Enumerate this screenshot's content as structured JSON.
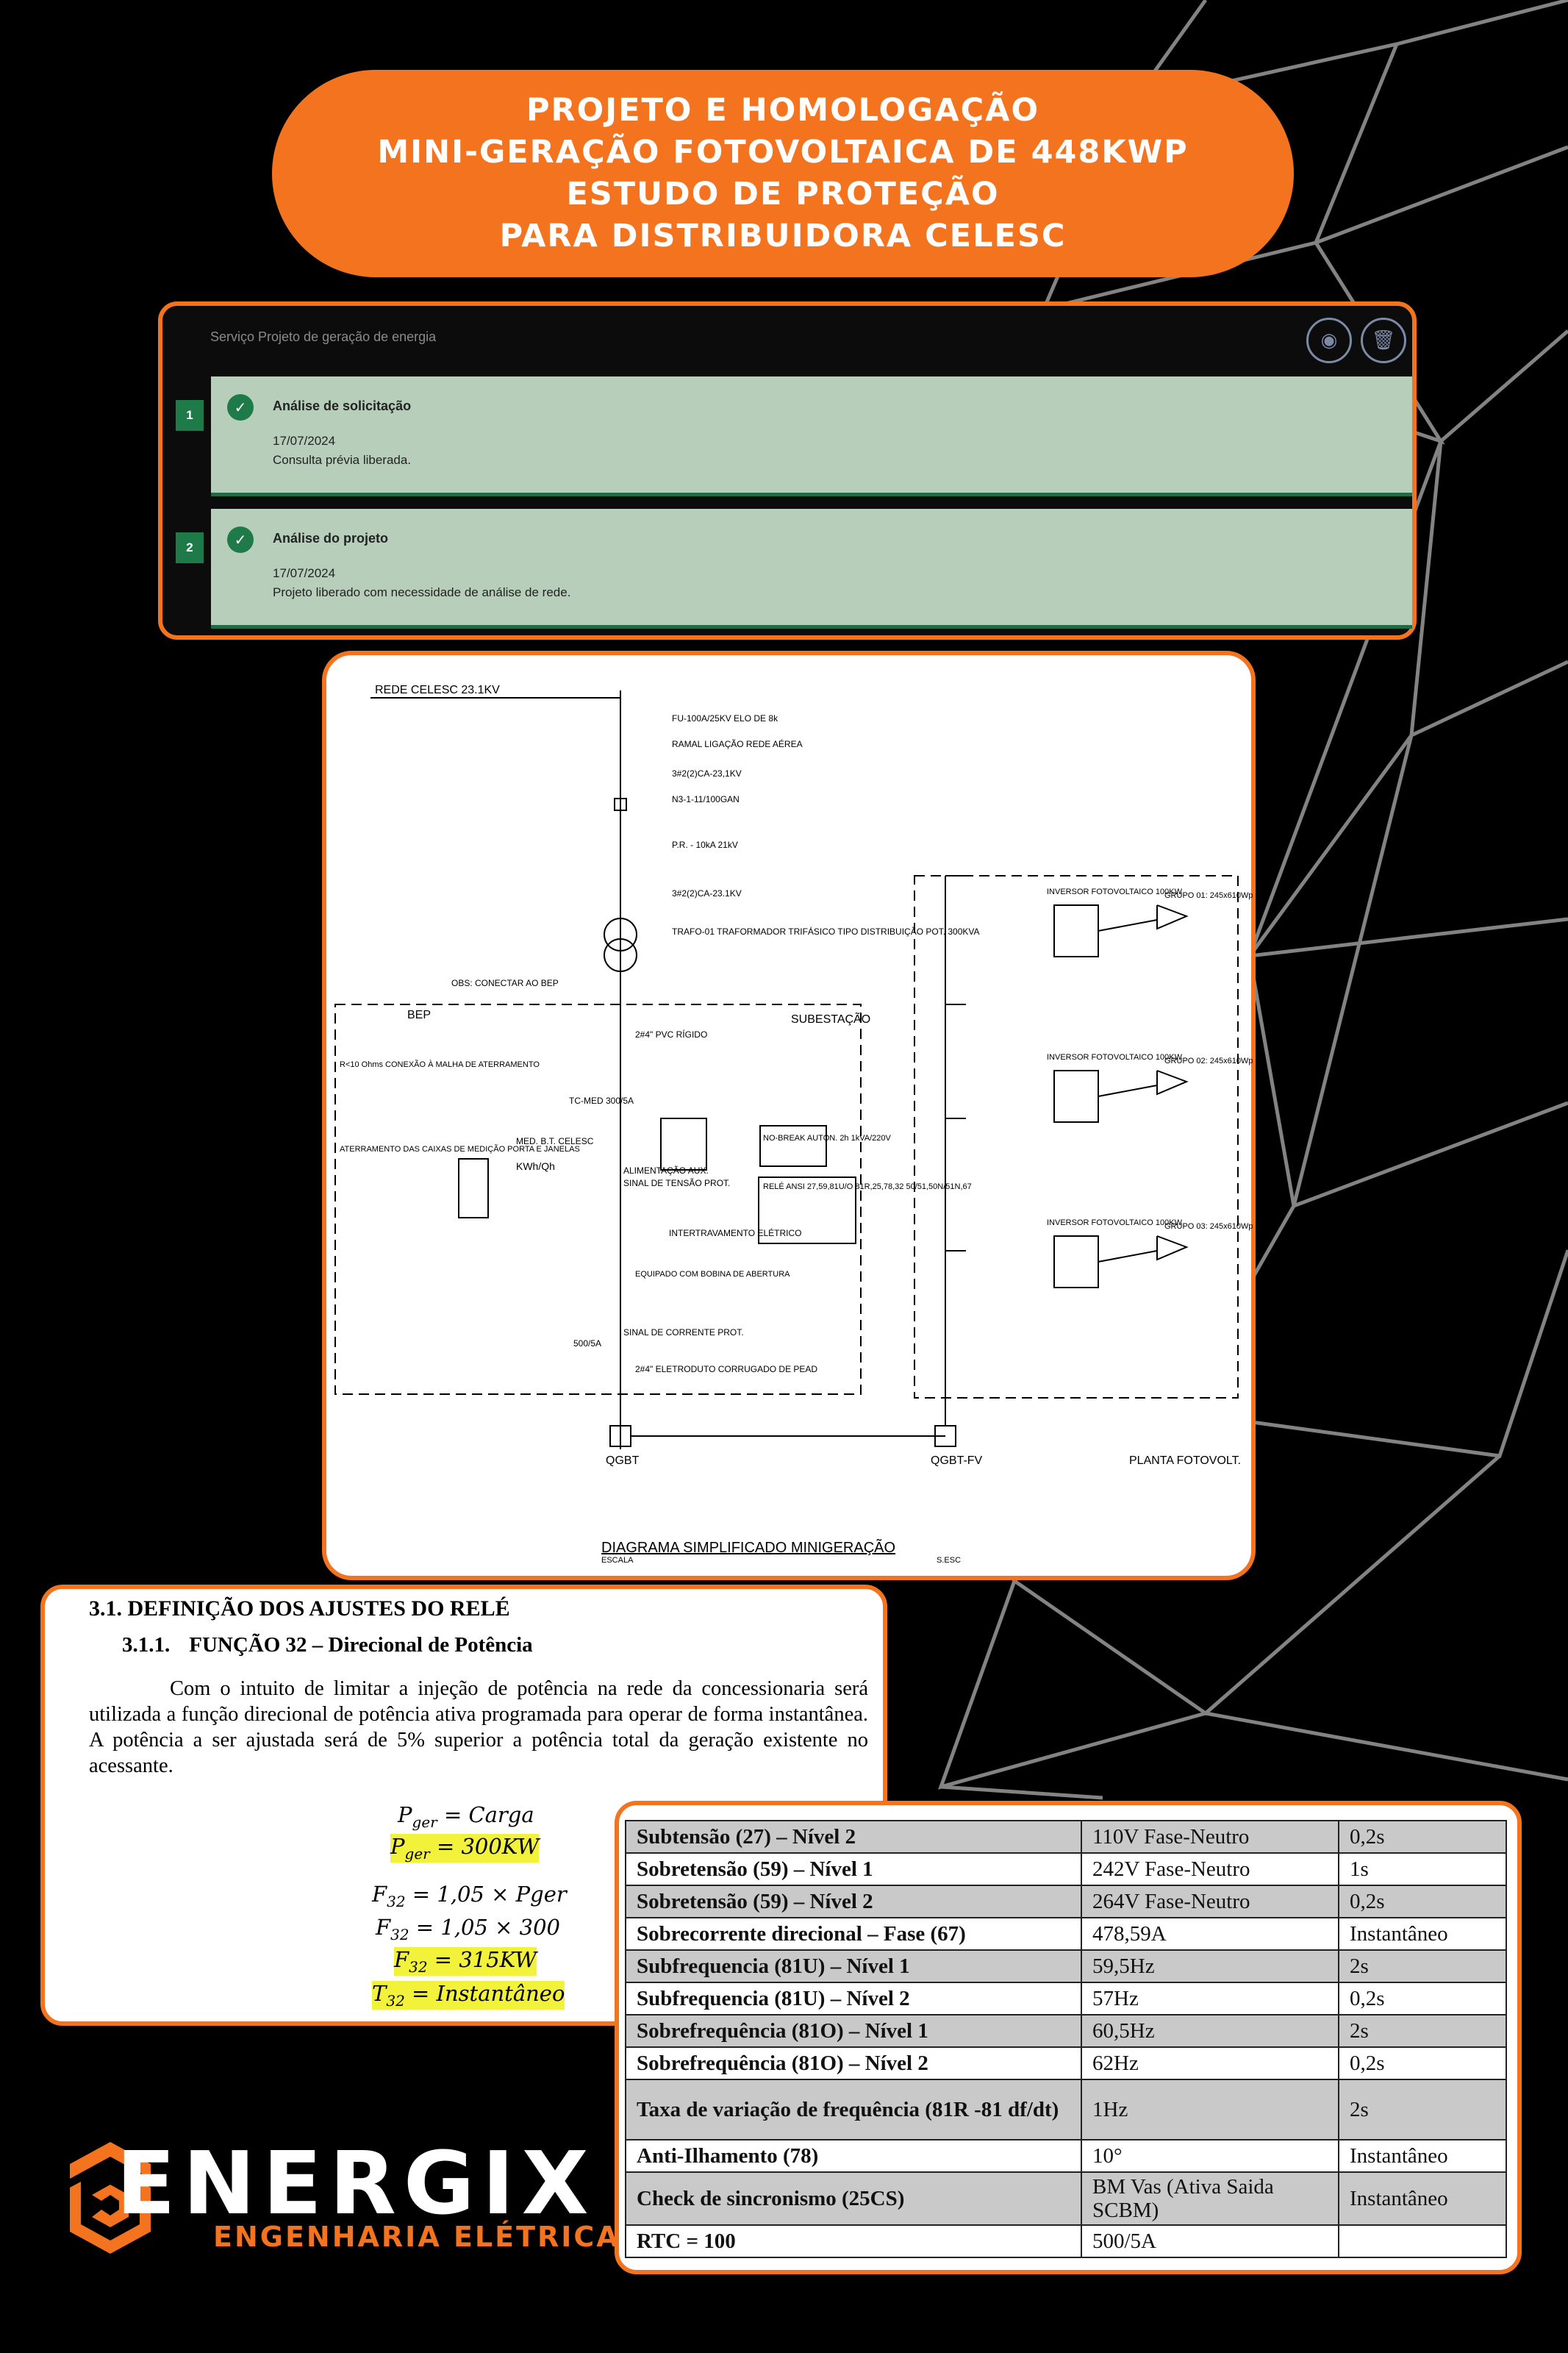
{
  "banner": {
    "lines": [
      "PROJETO E HOMOLOGAÇÃO",
      "MINI-GERAÇÃO FOTOVOLTAICA DE 448KWP",
      "ESTUDO DE PROTEÇÃO",
      "PARA DISTRIBUIDORA CELESC"
    ]
  },
  "workflow": {
    "service": "Serviço  Projeto de geração de energia",
    "steps": [
      {
        "num": "1",
        "title": "Análise de solicitação",
        "date": "17/07/2024",
        "desc": "Consulta prévia liberada."
      },
      {
        "num": "2",
        "title": "Análise do projeto",
        "date": "17/07/2024",
        "desc": "Projeto liberado com necessidade de análise de rede."
      }
    ]
  },
  "diagram": {
    "grid": "REDE CELESC 23.1KV",
    "fuse": "FU-100A/25KV ELO DE 8k",
    "ramal": "RAMAL LIGAÇÃO REDE AÉREA",
    "cable1": "3#2(2)CA-23,1KV",
    "n3": "N3-1-11/100GAN",
    "pr": "P.R. - 10kA 21kV",
    "cable2": "3#2(2)CA-23.1KV",
    "trafo": "TRAFO-01 TRAFORMADOR TRIFÁSICO TIPO DISTRIBUIÇÃO POT. 300KVA",
    "substation": "SUBESTAÇÃO",
    "bep": "BEP",
    "obs": "OBS: CONECTAR AO BEP",
    "ground": "R<10 Ohms CONEXÃO À MALHA DE ATERRAMENTO",
    "ground2": "ATERRAMENTO DAS CAIXAS DE MEDIÇÃO PORTA E JANELAS",
    "pvc": "2#4\" PVC RÍGIDO",
    "tcmed": "TC-MED 300/5A",
    "meter": "MED. B.T. CELESC",
    "kwh": "KWh/Qh",
    "nobreak": "NO-BREAK AUTON. 2h 1kVA/220V",
    "relay": "RELÉ ANSI 27,59,81U/O 81R,25,78,32 50/51,50N/51N,67",
    "aux": "ALIMENTAÇÃO AUX.",
    "signal": "SINAL DE TENSÃO PROT.",
    "interlock": "INTERTRAVAMENTO ELÉTRICO",
    "breaker": "EQUIPADO COM BOBINA DE ABERTURA",
    "current": "SINAL DE CORRENTE PROT.",
    "tc2": "500/5A",
    "duct": "2#4\" ELETRODUTO CORRUGADO DE PEAD",
    "qgbt": "QGBT",
    "qgbtfv": "QGBT-FV",
    "plant": "PLANTA FOTOVOLT.",
    "inverter": "INVERSOR FOTOVOLTAICO 100KW",
    "groups": [
      "GRUPO 01: 245x610Wp",
      "GRUPO 02: 245x610Wp",
      "GRUPO 03: 245x610Wp"
    ],
    "caption": "DIAGRAMA SIMPLIFICADO MINIGERAÇÃO",
    "scale": "ESCALA",
    "scale_val": "S.ESC"
  },
  "relay_def": {
    "h1": "3.1. DEFINIÇÃO DOS AJUSTES DO RELÉ",
    "h2_num": "3.1.1.",
    "h2": "FUNÇÃO 32 – Direcional de Potência",
    "para": "Com o intuito de limitar a injeção de potência na rede da concessionaria será utilizada a função direcional de potência ativa programada para operar de forma instantânea. A potência a ser ajustada será de 5% superior a potência total da geração existente no acessante.",
    "eq1": "= Carga",
    "eq2": "= 300KW",
    "eq3": "= 1,05 × Pger",
    "eq4": "= 1,05 × 300",
    "eq5": "= 315KW",
    "eq6": "= Instantâneo",
    "p": "P",
    "f": "F",
    "t": "T",
    "sub_ger": "ger",
    "sub_32": "32"
  },
  "settings": [
    {
      "param": "Subtensão (27) – Nível 2",
      "value": "110V Fase-Neutro",
      "time": "0,2s"
    },
    {
      "param": "Sobretensão (59) – Nível 1",
      "value": "242V Fase-Neutro",
      "time": "1s"
    },
    {
      "param": "Sobretensão (59) – Nível 2",
      "value": "264V Fase-Neutro",
      "time": "0,2s"
    },
    {
      "param": "Sobrecorrente direcional – Fase (67)",
      "value": "478,59A",
      "time": "Instantâneo"
    },
    {
      "param": "Subfrequencia (81U) – Nível 1",
      "value": "59,5Hz",
      "time": "2s"
    },
    {
      "param": "Subfrequencia (81U) – Nível 2",
      "value": "57Hz",
      "time": "0,2s"
    },
    {
      "param": "Sobrefrequência (81O) – Nível 1",
      "value": "60,5Hz",
      "time": "2s"
    },
    {
      "param": "Sobrefrequência (81O) – Nível 2",
      "value": "62Hz",
      "time": "0,2s"
    },
    {
      "param": "Taxa de variação de frequência (81R -81 df/dt)",
      "value": "1Hz",
      "time": "2s"
    },
    {
      "param": "Anti-Ilhamento (78)",
      "value": "10°",
      "time": "Instantâneo"
    },
    {
      "param": "Check de sincronismo (25CS)",
      "value": "BM Vas (Ativa Saida SCBM)",
      "time": "Instantâneo"
    },
    {
      "param": "RTC = 100",
      "value": "500/5A",
      "time": ""
    }
  ],
  "logo": {
    "name": "ENERGIX",
    "sub": "ENGENHARIA ELÉTRICA",
    "accent": "#f4731f"
  },
  "icons": {
    "check": "check-circle-icon",
    "view": "eye-icon",
    "delete": "trash-icon"
  }
}
